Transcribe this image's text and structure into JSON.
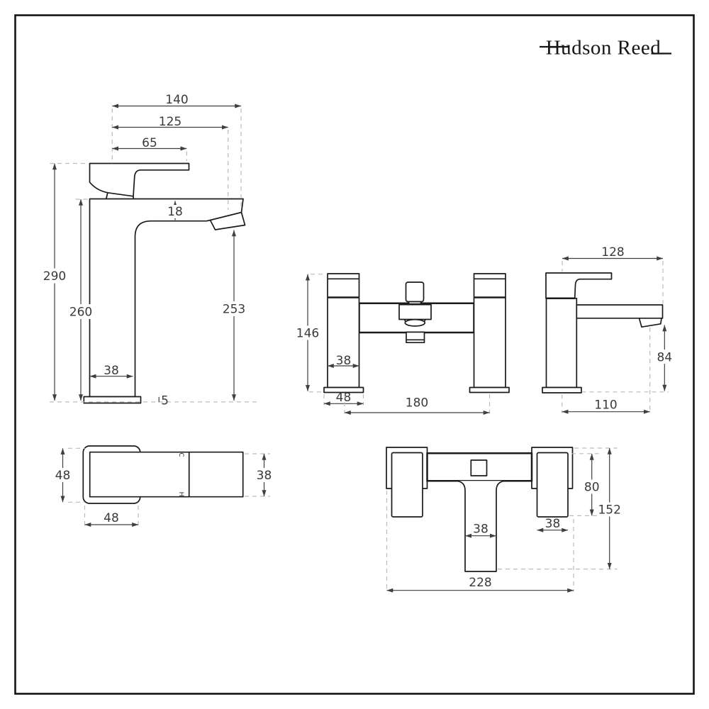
{
  "logo": {
    "brand": "Hudson Reed"
  },
  "dims": {
    "basin_side": {
      "overall_depth": "140",
      "upper_depth": "125",
      "handle_length": "65",
      "spout_section": "18",
      "overall_height": "290",
      "body_height": "260",
      "spout_height": "253",
      "body_width": "38",
      "base_thickness": "5"
    },
    "basin_plan": {
      "base_depth": "48",
      "body_width": "38",
      "base_width": "48",
      "cold_mark": "C",
      "hot_mark": "H"
    },
    "bath_front": {
      "overall_height": "146",
      "pillar_width": "38",
      "base_width": "48",
      "tap_centres": "180"
    },
    "bath_side": {
      "overall_depth": "128",
      "spout_clearance": "84",
      "spout_reach": "110"
    },
    "bath_plan": {
      "handle_depth": "80",
      "overall_depth": "152",
      "spout_width": "38",
      "handle_width": "38",
      "overall_width": "228"
    }
  }
}
